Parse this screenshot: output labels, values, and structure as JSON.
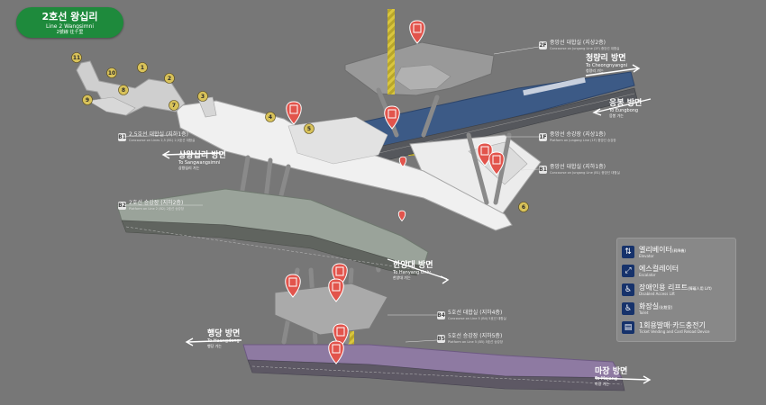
{
  "station": {
    "title": "2호선 왕십리",
    "subtitle_en": "Line 2 Wangsimni",
    "subtitle_hanja": "2號線  往十里"
  },
  "levels": {
    "2F": {
      "code": "2F",
      "name_ko": "중앙선 대합실 (지상2층)",
      "name_en": "Concourse on Jungang Line (2F) 중앙선 대합실"
    },
    "1F": {
      "code": "1F",
      "name_ko": "중앙선 승강장 (지상1층)",
      "name_en": "Platform on Jungang Line (1F) 중앙선 승강장"
    },
    "B1_right": {
      "code": "B1",
      "name_ko": "중앙선 대합실 (지하1층)",
      "name_en": "Concourse on Jungang Line (B1) 중앙선 대합실"
    },
    "B1_left": {
      "code": "B1",
      "name_ko": "2,5호선 대합실 (지하1층)",
      "name_en": "Concourse on Lines 2,5 (B1) 2,5호선 대합실"
    },
    "B2": {
      "code": "B2",
      "name_ko": "2호선 승강장 (지하2층)",
      "name_en": "Platform on Line 2 (B2) 2호선 승강장"
    },
    "B4": {
      "code": "B4",
      "name_ko": "5호선 대합실 (지하4층)",
      "name_en": "Concourse on Line 5 (B4) 5호선 대합실"
    },
    "B5": {
      "code": "B5",
      "name_ko": "5호선 승강장 (지하5층)",
      "name_en": "Platform on Line 5 (B5) 5호선 승강장"
    }
  },
  "directions": {
    "cheongnyangni": {
      "ko": "청량리 방면",
      "en": "To Cheongnyangni",
      "sub": "청량리 가는"
    },
    "eungbong": {
      "ko": "응봉 방면",
      "en": "To Eungbong",
      "sub": "응봉 가는"
    },
    "sangwangsimni": {
      "ko": "상왕십리 방면",
      "en": "To Sangwangsimni",
      "sub": "상왕십리 가는"
    },
    "hanyang": {
      "ko": "한양대 방면",
      "en": "To Hanyang Univ.",
      "sub": "한양대 가는"
    },
    "haengdang": {
      "ko": "행당 방면",
      "en": "To Haengdang",
      "sub": "행당 가는"
    },
    "majang": {
      "ko": "마장 방면",
      "en": "To Majang",
      "sub": "마장 가는"
    }
  },
  "exits": [
    "11",
    "10",
    "1",
    "2",
    "8",
    "9",
    "3",
    "7",
    "4",
    "5",
    "6"
  ],
  "legend": {
    "items": [
      {
        "icon": "elevator-icon",
        "ko": "엘리베이터",
        "ko_small": "(昇降機)",
        "en": "Elevator",
        "glyph": "⇅"
      },
      {
        "icon": "escalator-icon",
        "ko": "에스컬레이터",
        "ko_small": "",
        "en": "Escalator",
        "glyph": "⤢"
      },
      {
        "icon": "wheelchair-lift-icon",
        "ko": "장애인용 리프트",
        "ko_small": "(障礙人用 Lift)",
        "en": "Disabled Access Lift",
        "glyph": "♿"
      },
      {
        "icon": "toilet-icon",
        "ko": "화장실",
        "ko_small": "(化粧室)",
        "en": "Toilet",
        "glyph": "♿"
      },
      {
        "icon": "ticket-machine-icon",
        "ko": "1회용발매·카드충전기",
        "ko_small": "",
        "en": "Ticket Vending and Card Reload Device",
        "glyph": "▤"
      }
    ]
  },
  "colors": {
    "background": "#777777",
    "title_green": "#1e8a3c",
    "platform_blue": "#3c5a86",
    "platform_purple": "#8e7aa2",
    "pin_red": "#e2544c",
    "exit_yellow": "#d8c25a",
    "legend_icon": "#16326b"
  }
}
